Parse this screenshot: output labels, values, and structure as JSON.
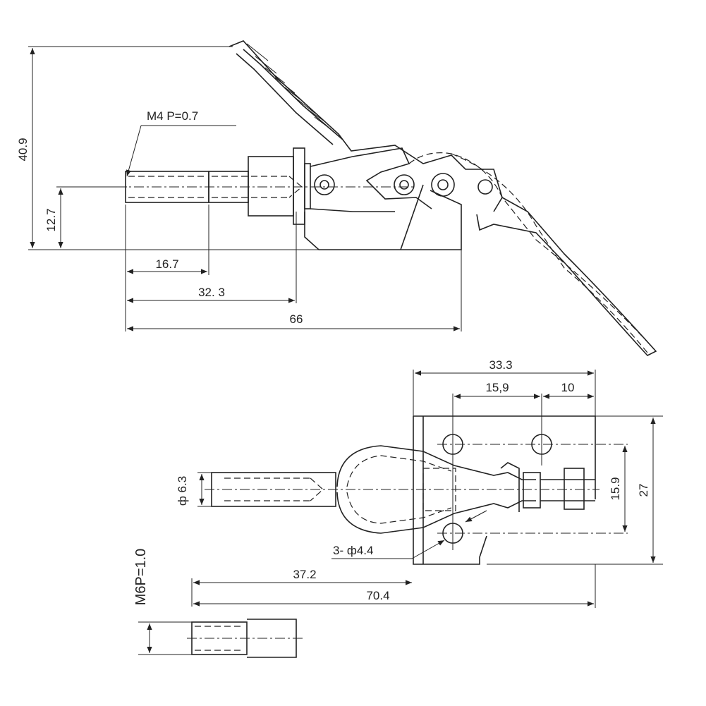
{
  "side_view": {
    "thread_label": "M4 P=0.7",
    "dim_height_total": "40.9",
    "dim_height_axis": "12.7",
    "dim_16_7": "16.7",
    "dim_32_3": "32. 3",
    "dim_66": "66"
  },
  "top_view": {
    "dim_33_3": "33.3",
    "dim_15_9_horizontal": "15,9",
    "dim_10": "10",
    "dim_15_9_vertical": "15.9",
    "dim_27": "27",
    "dim_dia_6_3": "ф 6.3",
    "holes_label": "3- ф4.4",
    "dim_37_2": "37.2",
    "dim_70_4": "70.4"
  },
  "thread_detail": {
    "label": "M6P=1.0"
  }
}
